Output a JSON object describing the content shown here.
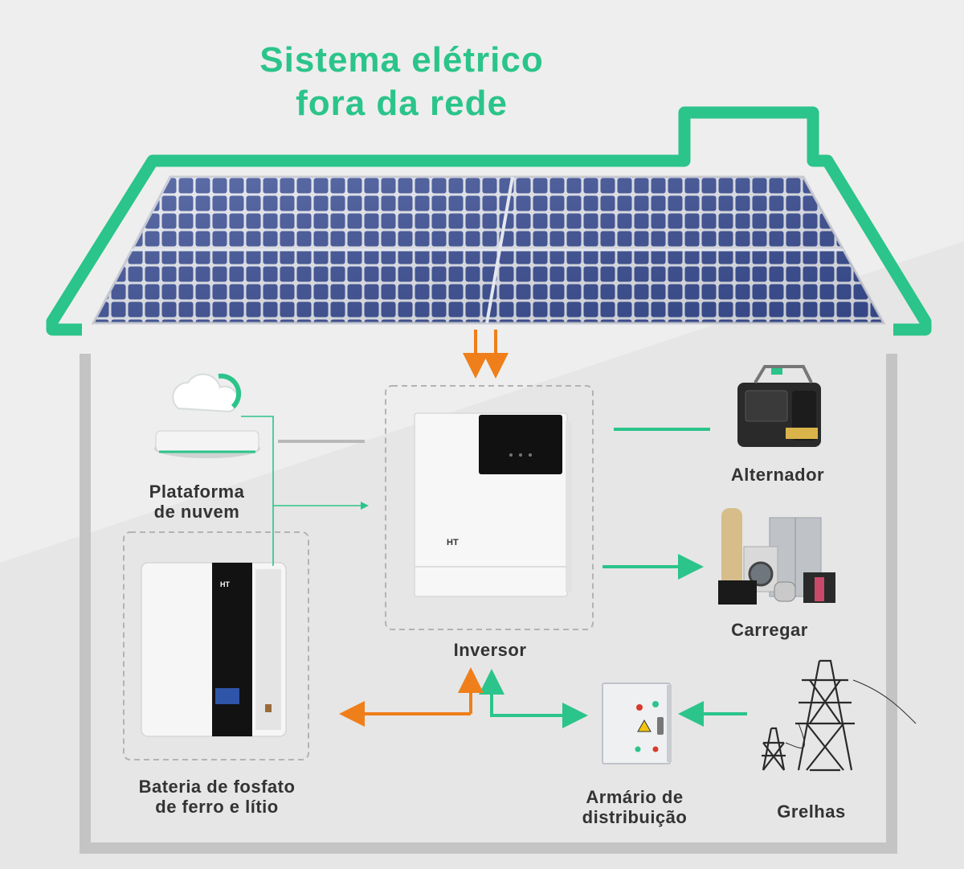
{
  "title": {
    "line1": "Sistema elétrico",
    "line2": "fora da rede"
  },
  "colors": {
    "accent_green": "#2bc48a",
    "flow_orange": "#ef7f1a",
    "house_outline": "#c4c4c4",
    "panel_blue": "#3b4f96"
  },
  "components": {
    "cloud": {
      "line1": "Plataforma",
      "line2": "de nuvem",
      "icon": "cloud-server-icon"
    },
    "inverter": {
      "label": "Inversor",
      "brand": "HT",
      "icon": "inverter-icon"
    },
    "battery": {
      "line1": "Bateria de fosfato",
      "line2": "de ferro e lítio",
      "brand": "HT",
      "icon": "battery-icon"
    },
    "generator": {
      "label": "Alternador",
      "icon": "generator-icon"
    },
    "load": {
      "label": "Carregar",
      "icon": "appliances-icon"
    },
    "cabinet": {
      "line1": "Armário de",
      "line2": "distribuição",
      "icon": "distribution-cabinet-icon"
    },
    "grid": {
      "label": "Grelhas",
      "icon": "power-tower-icon"
    }
  }
}
